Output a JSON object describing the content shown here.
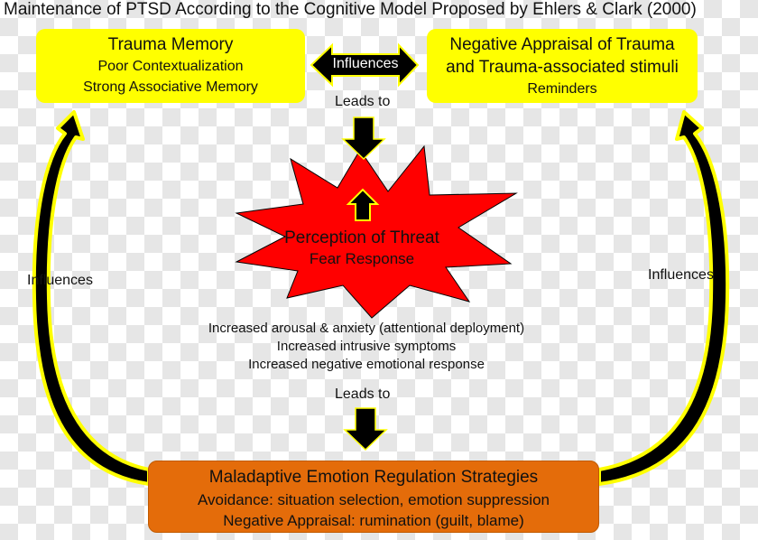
{
  "title": "Maintenance of PTSD According to the Cognitive Model Proposed by Ehlers & Clark (2000)",
  "trauma_memory": {
    "title": "Trauma Memory",
    "line2": "Poor  Contextualization",
    "line3": "Strong Associative  Memory"
  },
  "negative_appraisal": {
    "line1": "Negative Appraisal of Trauma",
    "line2": "and Trauma-associated stimuli",
    "line3": "Reminders"
  },
  "influences_top": "Influences",
  "leads_to_top": "Leads to",
  "threat": {
    "title": "Perception of Threat",
    "subtitle": "Fear Response"
  },
  "effects": [
    "Increased arousal & anxiety (attentional deployment)",
    "Increased intrusive symptoms",
    "Increased negative emotional response"
  ],
  "leads_to_bottom": "Leads to",
  "influences_left": "Influences",
  "influences_right": "Influences",
  "maladaptive": {
    "title": "Maladaptive Emotion Regulation Strategies",
    "line2": "Avoidance:  situation selection,  emotion suppression",
    "line3": "Negative Appraisal:  rumination  (guilt,  blame)"
  },
  "colors": {
    "box_yellow": "#ffff00",
    "box_orange": "#e46c0a",
    "starburst_red": "#ff0000",
    "arrow_black": "#000000",
    "arrow_yellow": "#ffff00"
  }
}
